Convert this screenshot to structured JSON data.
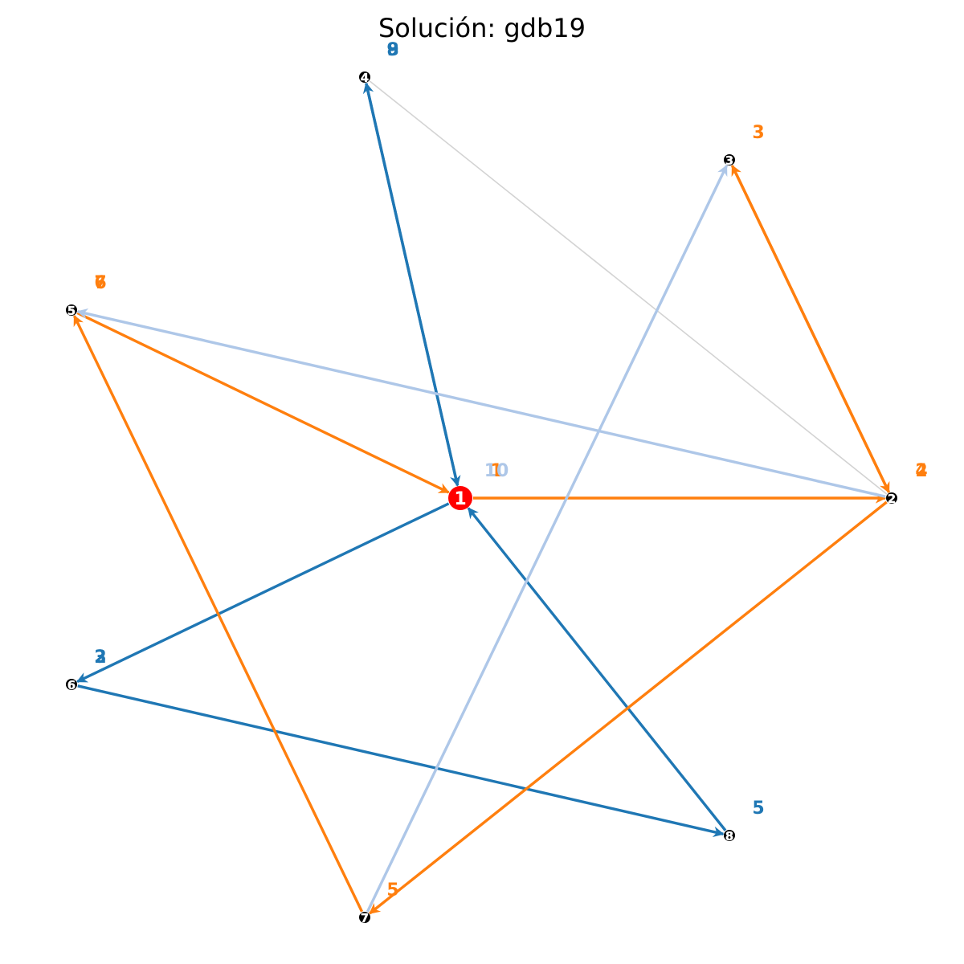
{
  "title": "Solución: gdb19",
  "colors": {
    "dark_blue": "#1f77b4",
    "orange": "#ff7f0e",
    "light_blue": "#aec7e8",
    "grey": "#d3d3d3",
    "depot": "#ff0000"
  },
  "nodes": [
    {
      "id": "1",
      "depot": true
    },
    {
      "id": "2"
    },
    {
      "id": "3"
    },
    {
      "id": "4"
    },
    {
      "id": "5"
    },
    {
      "id": "6"
    },
    {
      "id": "7"
    },
    {
      "id": "8"
    }
  ],
  "edges": [
    {
      "from": "1",
      "to": "4",
      "color": "dark_blue",
      "arrow": true
    },
    {
      "from": "4",
      "to": "1",
      "color": "dark_blue",
      "arrow": true
    },
    {
      "from": "1",
      "to": "6",
      "color": "dark_blue",
      "arrow": true
    },
    {
      "from": "6",
      "to": "8",
      "color": "dark_blue",
      "arrow": true
    },
    {
      "from": "8",
      "to": "1",
      "color": "dark_blue",
      "arrow": true
    },
    {
      "from": "1",
      "to": "2",
      "color": "orange",
      "arrow": true
    },
    {
      "from": "2",
      "to": "3",
      "color": "orange",
      "arrow": true
    },
    {
      "from": "3",
      "to": "2",
      "color": "orange",
      "arrow": true
    },
    {
      "from": "2",
      "to": "7",
      "color": "orange",
      "arrow": true
    },
    {
      "from": "7",
      "to": "5",
      "color": "orange",
      "arrow": true
    },
    {
      "from": "5",
      "to": "1",
      "color": "orange",
      "arrow": true
    },
    {
      "from": "2",
      "to": "5",
      "color": "light_blue",
      "arrow": true
    },
    {
      "from": "7",
      "to": "3",
      "color": "light_blue",
      "arrow": true
    },
    {
      "from": "2",
      "to": "4",
      "color": "grey",
      "arrow": false
    }
  ],
  "order_labels": [
    {
      "node": "4",
      "text": "8",
      "color": "dark_blue"
    },
    {
      "node": "4",
      "text": "9",
      "color": "dark_blue"
    },
    {
      "node": "3",
      "text": "3",
      "color": "orange"
    },
    {
      "node": "5",
      "text": "6",
      "color": "orange"
    },
    {
      "node": "5",
      "text": "7",
      "color": "orange"
    },
    {
      "node": "1",
      "text": "1",
      "color": "orange"
    },
    {
      "node": "1",
      "text": "10",
      "color": "light_blue"
    },
    {
      "node": "2",
      "text": "2",
      "color": "orange"
    },
    {
      "node": "2",
      "text": "4",
      "color": "orange"
    },
    {
      "node": "6",
      "text": "2",
      "color": "dark_blue"
    },
    {
      "node": "6",
      "text": "3",
      "color": "dark_blue"
    },
    {
      "node": "8",
      "text": "5",
      "color": "dark_blue"
    },
    {
      "node": "7",
      "text": "5",
      "color": "orange"
    }
  ]
}
